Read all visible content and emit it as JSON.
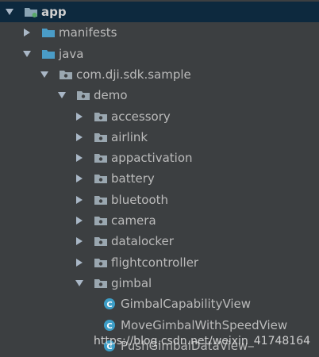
{
  "project_tree": {
    "items": [
      {
        "label": "app",
        "level": 0,
        "expanded": true,
        "icon": "module-folder-icon",
        "selected": true,
        "bold": true
      },
      {
        "label": "manifests",
        "level": 1,
        "expanded": false,
        "icon": "folder-icon"
      },
      {
        "label": "java",
        "level": 1,
        "expanded": true,
        "icon": "folder-icon"
      },
      {
        "label": "com.dji.sdk.sample",
        "level": 2,
        "expanded": true,
        "icon": "package-icon"
      },
      {
        "label": "demo",
        "level": 3,
        "expanded": true,
        "icon": "package-icon"
      },
      {
        "label": "accessory",
        "level": 4,
        "expanded": false,
        "icon": "package-icon"
      },
      {
        "label": "airlink",
        "level": 4,
        "expanded": false,
        "icon": "package-icon"
      },
      {
        "label": "appactivation",
        "level": 4,
        "expanded": false,
        "icon": "package-icon"
      },
      {
        "label": "battery",
        "level": 4,
        "expanded": false,
        "icon": "package-icon"
      },
      {
        "label": "bluetooth",
        "level": 4,
        "expanded": false,
        "icon": "package-icon"
      },
      {
        "label": "camera",
        "level": 4,
        "expanded": false,
        "icon": "package-icon"
      },
      {
        "label": "datalocker",
        "level": 4,
        "expanded": false,
        "icon": "package-icon"
      },
      {
        "label": "flightcontroller",
        "level": 4,
        "expanded": false,
        "icon": "package-icon"
      },
      {
        "label": "gimbal",
        "level": 4,
        "expanded": true,
        "icon": "package-icon"
      },
      {
        "label": "GimbalCapabilityView",
        "level": 5,
        "expanded": null,
        "icon": "class-icon"
      },
      {
        "label": "MoveGimbalWithSpeedView",
        "level": 5,
        "expanded": null,
        "icon": "class-icon"
      },
      {
        "label": "PushGimbalDataView",
        "level": 5,
        "expanded": null,
        "icon": "class-icon"
      }
    ]
  },
  "watermark": "https://blog.csdn.net/weixin_41748164",
  "colors": {
    "background": "#3c3f41",
    "selection": "#0d293e",
    "folder": "#4a9cc7",
    "package": "#9aa7b0",
    "class": "#3d9ec7",
    "text": "#bbbbbb"
  }
}
